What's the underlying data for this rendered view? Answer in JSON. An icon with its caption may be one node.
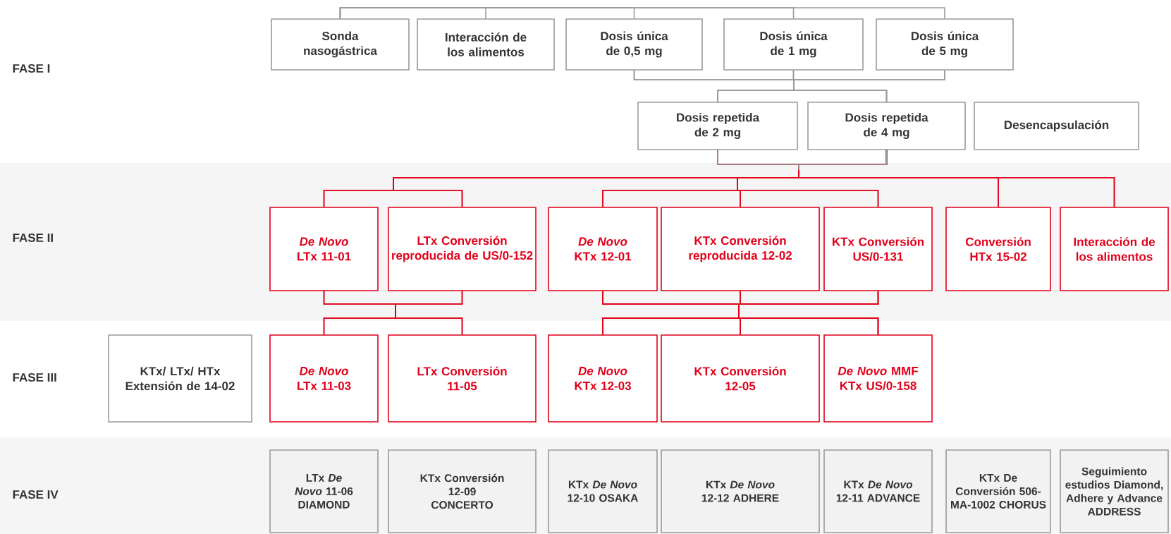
{
  "diagram": {
    "nodes": [
      {
        "text": [
          "Sonda nasogástrica"
        ]
      },
      {
        "text": [
          "Interacción de los alimentos"
        ]
      },
      {
        "text": [
          "Dosis única de 0,5 mg"
        ]
      },
      {
        "text": [
          "Dosis única de 1 mg"
        ]
      },
      {
        "text": [
          "Dosis única de 5 mg"
        ]
      },
      {
        "text": [
          "Dosis repetida de 2 mg"
        ]
      },
      {
        "text": [
          "Dosis repetida de 4 mg"
        ]
      },
      {
        "text": [
          "Desencapsulación"
        ]
      },
      {
        "text": [
          "*De Novo* LTx 11-01"
        ]
      },
      {
        "text": [
          "LTx Conversión reproducida de US/0-152"
        ]
      },
      {
        "text": [
          "*De Novo* KTx 12-01"
        ]
      },
      {
        "text": [
          "KTx Conversión reproducida 12-02"
        ]
      },
      {
        "text": [
          "KTx Conversión US/0-131"
        ]
      },
      {
        "text": [
          "Conversión HTx 15-02"
        ]
      },
      {
        "text": [
          "Interacción de los alimentos"
        ]
      },
      {
        "text": [
          "KTx/ LTx/ HTx Extensión de 14-02"
        ]
      },
      {
        "text": [
          "*De Novo* LTx 11-03"
        ]
      },
      {
        "text": [
          "LTx Conversión 11-05"
        ]
      },
      {
        "text": [
          "*De Novo* KTx 12-03"
        ]
      },
      {
        "text": [
          "KTx Conversión 12-05"
        ]
      },
      {
        "text": [
          "*De Novo* MMF KTx US/0-158"
        ]
      },
      {
        "text": [
          "LTx *De Novo* 11-06 DIAMOND"
        ]
      },
      {
        "text": [
          "KTx Conversión 12-09 CONCERTO"
        ]
      },
      {
        "text": [
          "KTx *De Novo* 12-10 OSAKA"
        ]
      },
      {
        "text": [
          "KTx *De Novo* 12-12 ADHERE"
        ]
      },
      {
        "text": [
          "KTx *De Novo* 12-11 ADVANCE"
        ]
      },
      {
        "text": [
          "KTx De Conversión 506-MA-1002 CHORUS"
        ]
      },
      {
        "text": [
          "Seguimiento estudios Diamond, Adhere y Advance ADDRESS"
        ]
      }
    ],
    "edges": [
      {
        "from": 0,
        "to": 1,
        "arrow": "none",
        "color": "#9a9a9a"
      },
      {
        "from": 0,
        "to": 2,
        "arrow": "none",
        "color": "#9a9a9a"
      },
      {
        "from": 0,
        "to": 3,
        "arrow": "none",
        "color": "#9a9a9a"
      },
      {
        "from": 0,
        "to": 4,
        "arrow": "none",
        "color": "#9a9a9a"
      },
      {
        "from": 2,
        "to": 5,
        "arrow": "none",
        "color": "#9a9a9a"
      },
      {
        "from": 2,
        "to": 6,
        "arrow": "none",
        "color": "#9a9a9a"
      },
      {
        "from": 3,
        "to": 5,
        "arrow": "none",
        "color": "#9a9a9a"
      },
      {
        "from": 3,
        "to": 6,
        "arrow": "none",
        "color": "#9a9a9a"
      },
      {
        "from": 4,
        "to": 5,
        "arrow": "none",
        "color": "#9a9a9a"
      },
      {
        "from": 4,
        "to": 6,
        "arrow": "none",
        "color": "#9a9a9a"
      },
      {
        "from": 5,
        "to": 8,
        "arrow": "none",
        "color": "#e2001a"
      },
      {
        "from": 5,
        "to": 9,
        "arrow": "none",
        "color": "#e2001a"
      },
      {
        "from": 5,
        "to": 10,
        "arrow": "none",
        "color": "#e2001a"
      },
      {
        "from": 5,
        "to": 11,
        "arrow": "none",
        "color": "#e2001a"
      },
      {
        "from": 5,
        "to": 12,
        "arrow": "none",
        "color": "#e2001a"
      },
      {
        "from": 5,
        "to": 13,
        "arrow": "none",
        "color": "#e2001a"
      },
      {
        "from": 5,
        "to": 14,
        "arrow": "none",
        "color": "#e2001a"
      },
      {
        "from": 6,
        "to": 8,
        "arrow": "none",
        "color": "#e2001a"
      },
      {
        "from": 6,
        "to": 9,
        "arrow": "none",
        "color": "#e2001a"
      },
      {
        "from": 6,
        "to": 10,
        "arrow": "none",
        "color": "#e2001a"
      },
      {
        "from": 6,
        "to": 11,
        "arrow": "none",
        "color": "#e2001a"
      },
      {
        "from": 6,
        "to": 12,
        "arrow": "none",
        "color": "#e2001a"
      },
      {
        "from": 6,
        "to": 13,
        "arrow": "none",
        "color": "#e2001a"
      },
      {
        "from": 6,
        "to": 14,
        "arrow": "none",
        "color": "#e2001a"
      },
      {
        "from": 8,
        "to": 16,
        "arrow": "none",
        "color": "#e2001a"
      },
      {
        "from": 8,
        "to": 17,
        "arrow": "none",
        "color": "#e2001a"
      },
      {
        "from": 9,
        "to": 16,
        "arrow": "none",
        "color": "#e2001a"
      },
      {
        "from": 9,
        "to": 17,
        "arrow": "none",
        "color": "#e2001a"
      },
      {
        "from": 10,
        "to": 18,
        "arrow": "none",
        "color": "#e2001a"
      },
      {
        "from": 10,
        "to": 19,
        "arrow": "none",
        "color": "#e2001a"
      },
      {
        "from": 10,
        "to": 20,
        "arrow": "none",
        "color": "#e2001a"
      },
      {
        "from": 11,
        "to": 18,
        "arrow": "none",
        "color": "#e2001a"
      },
      {
        "from": 11,
        "to": 19,
        "arrow": "none",
        "color": "#e2001a"
      },
      {
        "from": 11,
        "to": 20,
        "arrow": "none",
        "color": "#e2001a"
      },
      {
        "from": 12,
        "to": 18,
        "arrow": "none",
        "color": "#e2001a"
      },
      {
        "from": 12,
        "to": 19,
        "arrow": "none",
        "color": "#e2001a"
      },
      {
        "from": 12,
        "to": 20,
        "arrow": "none",
        "color": "#e2001a"
      }
    ],
    "labels": [
      "FASE I",
      "FASE II",
      "FASE III",
      "FASE IV"
    ]
  }
}
